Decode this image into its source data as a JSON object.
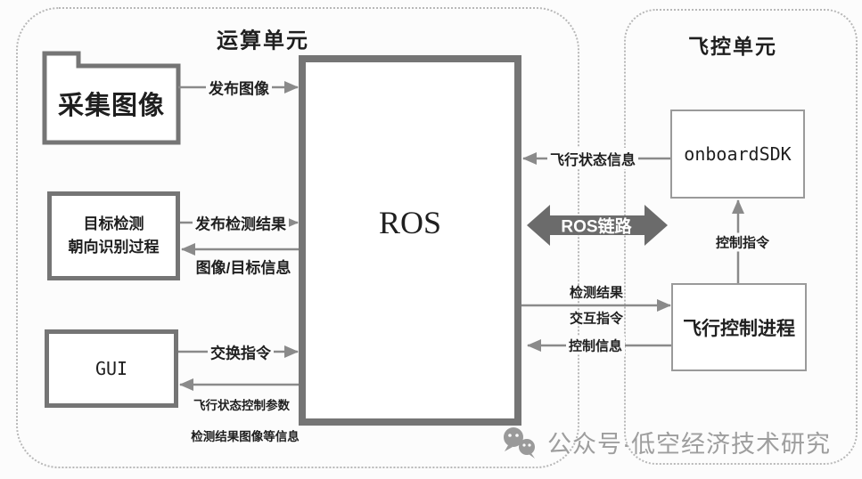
{
  "containers": {
    "compute_unit": {
      "title": "运算单元"
    },
    "flight_unit": {
      "title": "飞控单元"
    }
  },
  "nodes": {
    "capture_image": {
      "label": "采集图像"
    },
    "target_detection": {
      "line1": "目标检测",
      "line2": "朝向识别过程"
    },
    "gui": {
      "label": "GUI"
    },
    "ros": {
      "label": "ROS"
    },
    "onboard_sdk": {
      "label": "onboardSDK"
    },
    "flight_control_process": {
      "label": "飞行控制进程"
    }
  },
  "edges": {
    "publish_image": {
      "label": "发布图像"
    },
    "publish_detection_result": {
      "label": "发布检测结果"
    },
    "image_target_info": {
      "label": "图像/目标信息"
    },
    "exchange_command": {
      "label": "交换指令"
    },
    "flight_state_control_params": {
      "label": "飞行状态控制参数"
    },
    "detection_result_images_info": {
      "label": "检测结果图像等信息"
    },
    "flight_state_info": {
      "label": "飞行状态信息"
    },
    "ros_link": {
      "label": "ROS链路"
    },
    "detection_result": {
      "label": "检测结果"
    },
    "interaction_command": {
      "label": "交互指令"
    },
    "control_info": {
      "label": "控制信息"
    },
    "control_command": {
      "label": "控制指令"
    }
  },
  "watermark": {
    "icon": "wechat-icon",
    "text": "公众号·低空经济技术研究"
  },
  "colors": {
    "line": "#8a8a8a",
    "thick_border": "#757575",
    "thin_border": "#9a9a9a",
    "ros_link_fill": "#6b6b6b",
    "container_border": "#b8b8b8",
    "text": "#1f1f1f",
    "watermark_text": "#9e9e9e"
  }
}
